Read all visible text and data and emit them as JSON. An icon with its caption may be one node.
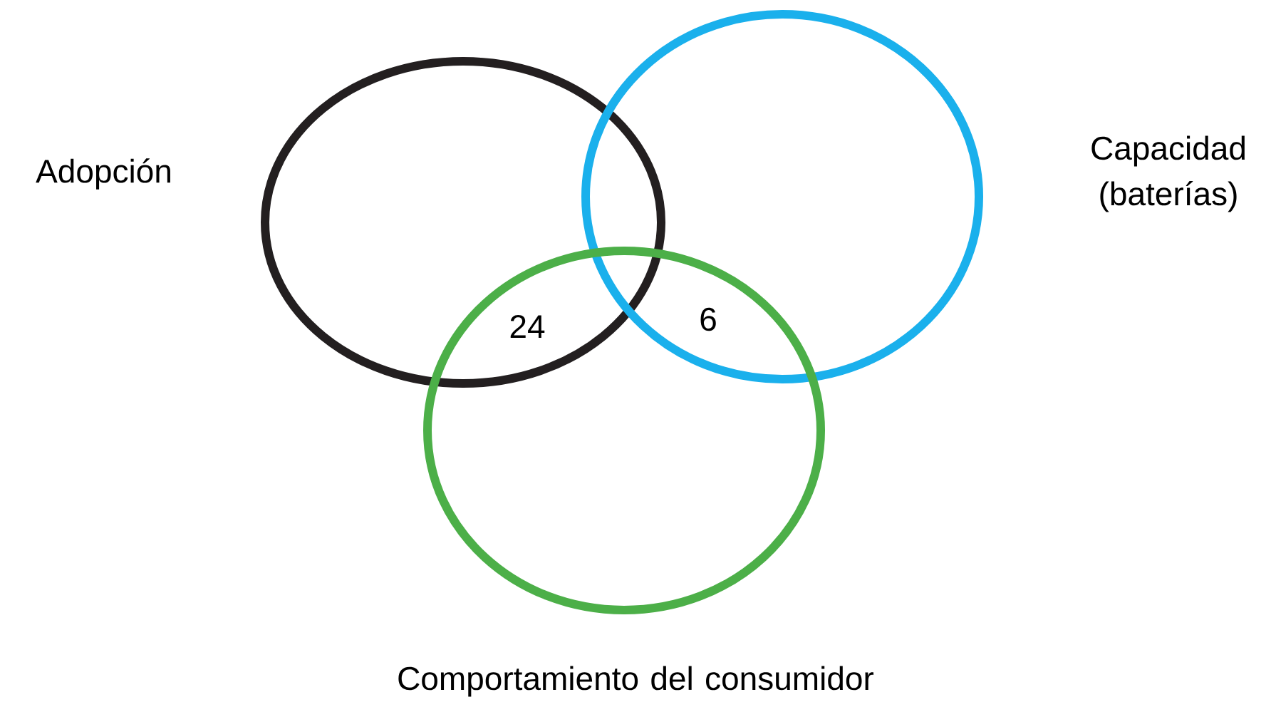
{
  "diagram": {
    "nodes": [
      {
        "text": [
          "Adopción"
        ]
      },
      {
        "text": [
          "Capacidad (baterías)"
        ]
      },
      {
        "text": [
          "Comportamiento del consumidor"
        ]
      }
    ],
    "labels": [
      "24",
      "6"
    ]
  }
}
